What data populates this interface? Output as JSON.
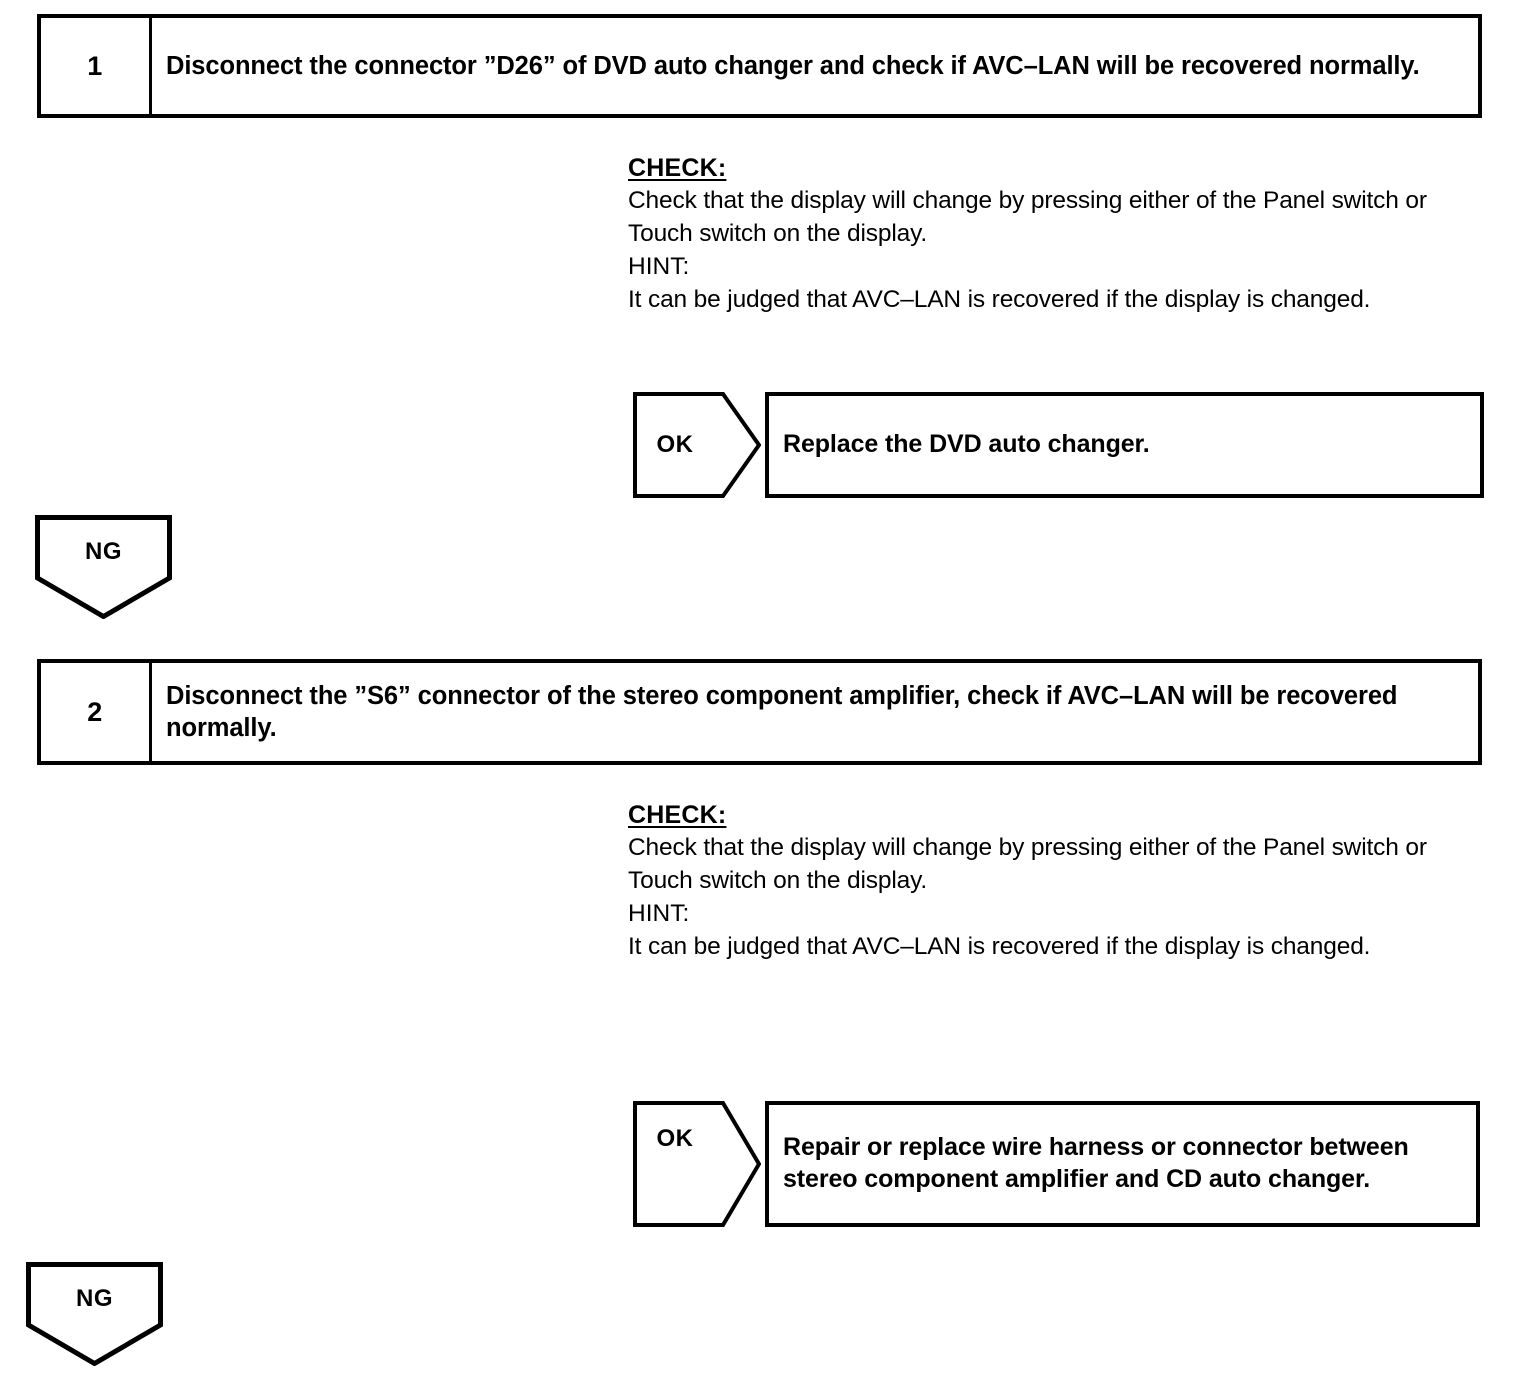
{
  "document": {
    "type": "diagnostic-flowchart",
    "background_color": "#ffffff",
    "line_color": "#000000"
  },
  "steps": [
    {
      "number": "1",
      "instruction": "Disconnect the connector ”D26” of DVD auto changer and check if AVC–LAN will be recovered normally.",
      "check": {
        "title": "CHECK:",
        "body": "Check that the display will change by pressing either of the Panel switch or Touch switch on the display.",
        "hint_title": "HINT:",
        "hint_body": "It can be judged that AVC–LAN is recovered if the display is changed."
      },
      "ok_branch": {
        "label": "OK",
        "result": "Replace the DVD auto changer."
      },
      "ng_branch": {
        "label": "NG"
      }
    },
    {
      "number": "2",
      "instruction": "Disconnect the ”S6” connector of the stereo component amplifier, check if AVC–LAN will be recovered normally.",
      "check": {
        "title": "CHECK:",
        "body": "Check that the display will change by pressing either of the Panel switch or Touch switch on the display.",
        "hint_title": "HINT:",
        "hint_body": "It can be judged that AVC–LAN is recovered if the display is changed."
      },
      "ok_branch": {
        "label": "OK",
        "result": "Repair or replace wire harness or connector between stereo component amplifier and CD auto changer."
      },
      "ng_branch": {
        "label": "NG"
      }
    }
  ]
}
